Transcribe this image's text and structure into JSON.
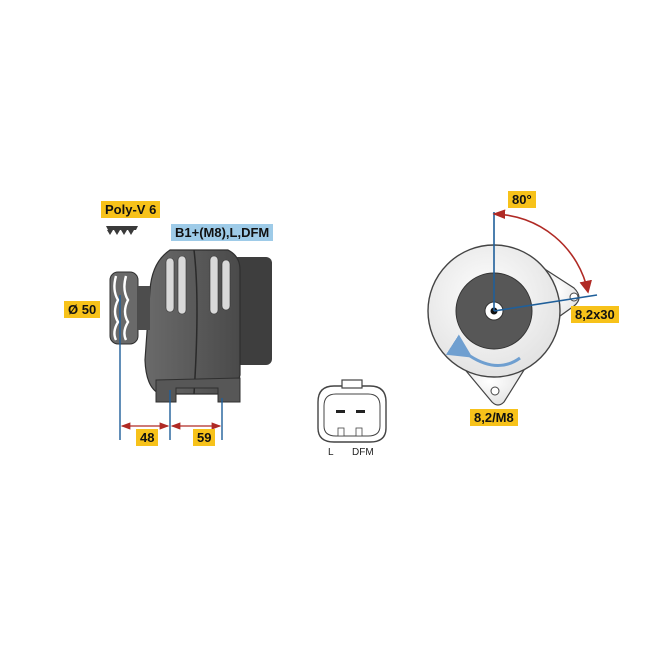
{
  "labels": {
    "belt": "Poly-V 6",
    "terminals": "B1+(M8),L,DFM",
    "pulley_diameter": "Ø 50",
    "dim_48": "48",
    "dim_59": "59",
    "angle": "80°",
    "mount_top": "8,2x30",
    "mount_bottom": "8,2/M8"
  },
  "connector": {
    "pin_left": "L",
    "pin_right": "DFM"
  },
  "colors": {
    "label_yellow": "#f7c21a",
    "label_blue": "#9ecbe8",
    "housing_dark": "#555555",
    "dimension_blue": "#1f5f9a",
    "angle_arc_red": "#b02a25",
    "rotation_arrow_blue": "#6f9fd0"
  }
}
